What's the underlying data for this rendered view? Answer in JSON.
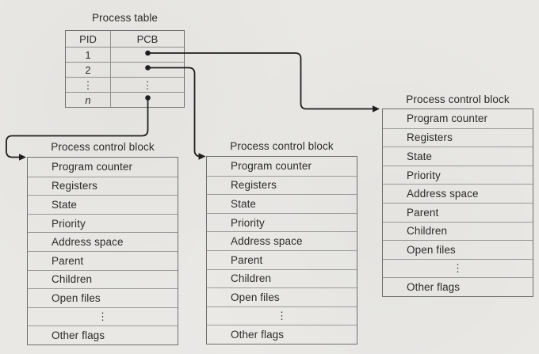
{
  "colors": {
    "background": "#e9e8e5",
    "line": "#1f1f1f",
    "outer_border": "#6f6f6f",
    "inner_border": "#9a9a9a",
    "text": "#2b2b2b"
  },
  "process_table": {
    "title": "Process table",
    "col_headers": [
      "PID",
      "PCB"
    ],
    "pid_values": [
      "1",
      "2",
      "⋮",
      "n"
    ],
    "pcb_ellipsis": "⋮"
  },
  "pcb_blocks": [
    {
      "title": "Process control block",
      "fields": [
        "Program counter",
        "Registers",
        "State",
        "Priority",
        "Address space",
        "Parent",
        "Children",
        "Open files",
        "⋮",
        "Other flags"
      ]
    },
    {
      "title": "Process control block",
      "fields": [
        "Program counter",
        "Registers",
        "State",
        "Priority",
        "Address space",
        "Parent",
        "Children",
        "Open files",
        "⋮",
        "Other flags"
      ]
    },
    {
      "title": "Process control block",
      "fields": [
        "Program counter",
        "Registers",
        "State",
        "Priority",
        "Address space",
        "Parent",
        "Children",
        "Open files",
        "⋮",
        "Other flags"
      ]
    }
  ]
}
